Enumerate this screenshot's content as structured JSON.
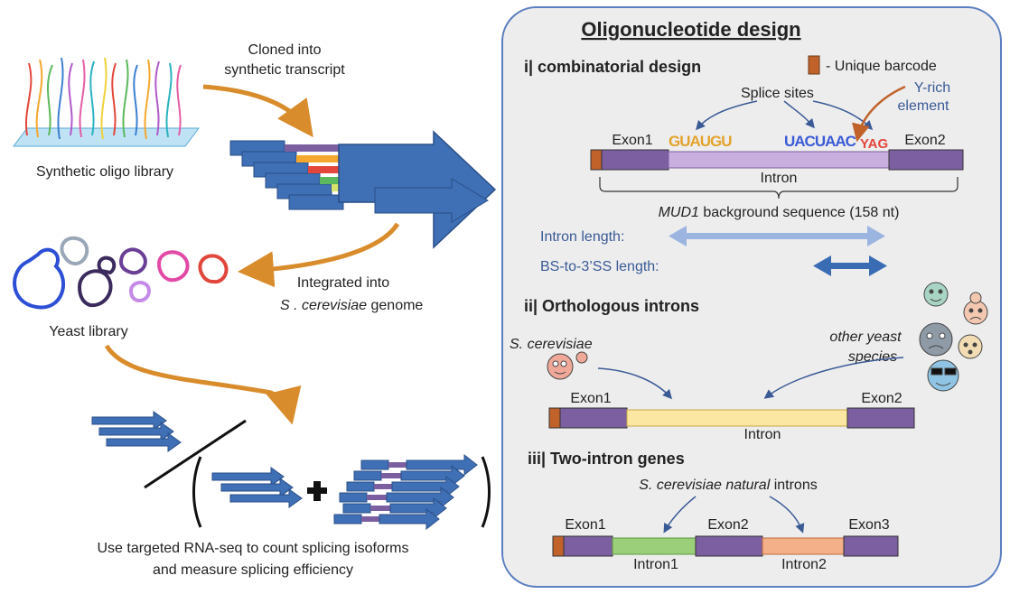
{
  "left": {
    "oligo_library_label": "Synthetic oligo library",
    "cloned_line1": "Cloned into",
    "cloned_line2": "synthetic transcript",
    "integrated_line1": "Integrated into",
    "integrated_line2_species": "S . cerevisiae",
    "integrated_line2_rest": " genome",
    "yeast_library_label": "Yeast library",
    "bottom_line1": "Use targeted RNA-seq to count splicing isoforms",
    "bottom_line2": "and measure splicing efficiency"
  },
  "panel": {
    "title": "Oligonucleotide design",
    "section1": {
      "title": "i| combinatorial design",
      "barcode_legend": "- Unique barcode",
      "splice_sites": "Splice sites",
      "y_rich_line1": "Y-rich",
      "y_rich_line2": "element",
      "motif_5ss": "GUAUGU",
      "motif_bs": "UACUAAC",
      "motif_3ss": "YAG",
      "exon1": "Exon1",
      "exon2": "Exon2",
      "intron": "Intron",
      "background_gene": "MUD1",
      "background_rest": " background sequence (158 nt)",
      "intron_length": "Intron length:",
      "bs_length": "BS-to-3’SS length:"
    },
    "section2": {
      "title": "ii| Orthologous introns",
      "species": "S. cerevisiae",
      "other_line1": "other yeast",
      "other_line2": "species",
      "exon1": "Exon1",
      "exon2": "Exon2",
      "intron": "Intron"
    },
    "section3": {
      "title": "iii| Two-intron genes",
      "natural_species": "S. cerevisiae natural",
      "natural_rest": " introns",
      "exon1": "Exon1",
      "exon2": "Exon2",
      "exon3": "Exon3",
      "intron1": "Intron1",
      "intron2": "Intron2"
    }
  },
  "colors": {
    "exon": "#7b5fa0",
    "barcode": "#c0622a",
    "arrow_orange": "#d98c2b",
    "transcript_blue": "#3f6fb5",
    "intron_lilac": "#c9aee0",
    "intron_yellow": "#fbe6a2",
    "intron_green": "#9ccf7a",
    "intron_salmon": "#f4b088",
    "length_light": "#9bb4e0",
    "length_dark": "#3a6cb4",
    "panel_border": "#5a7ec0"
  },
  "icons": [
    "oligo-strands-icon",
    "yeast-cells-icon",
    "transcript-arrows-icon",
    "yeast-face-icons",
    "plus-icon"
  ]
}
